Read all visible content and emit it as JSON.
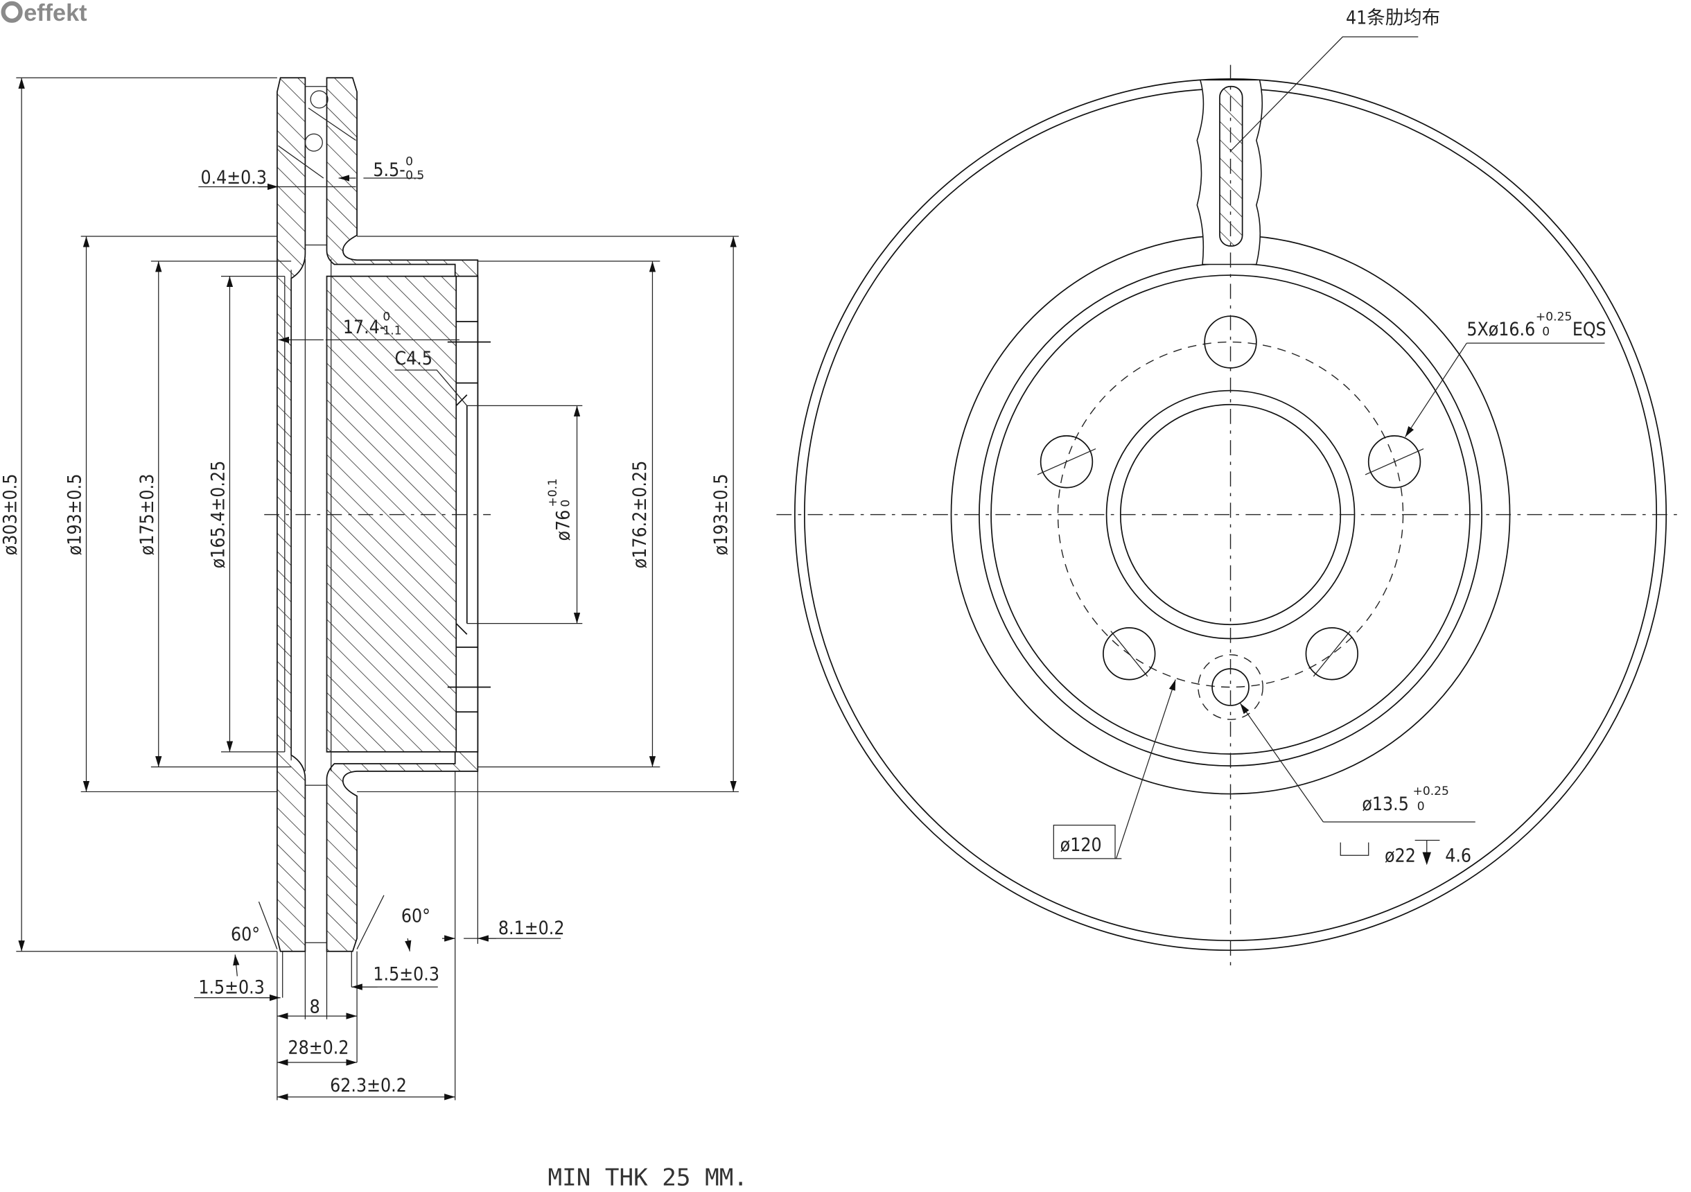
{
  "logo": {
    "text": "effekt",
    "color": "#8a8a8a"
  },
  "section_view": {
    "dims": {
      "d303": "ø303±0.5",
      "d193_left": "ø193±0.5",
      "d175": "ø175±0.3",
      "d165": "ø165.4±0.25",
      "d76": {
        "main": "ø76",
        "upper": "+0.1",
        "lower": "0"
      },
      "d176": "ø176.2±0.25",
      "d193_right": "ø193±0.5",
      "runout": "0.4±0.3",
      "plate": {
        "main": "5.5-",
        "upper": "0",
        "lower": "0.5"
      },
      "hat_depth": {
        "main": "17.4-",
        "upper": "0",
        "lower": "1.1"
      },
      "chamfer": "C4.5",
      "angle_left": "60°",
      "angle_right": "60°",
      "flange": "8.1±0.2",
      "edge_left": "1.5±0.3",
      "edge_right": "1.5±0.3",
      "vane_gap": "8",
      "thickness": "28±0.2",
      "height": "62.3±0.2"
    }
  },
  "front_view": {
    "rib_note": "41条肋均布",
    "bolt_holes": {
      "main": "5Xø16.6",
      "upper": "+0.25",
      "lower": "0",
      "suffix": "EQS"
    },
    "pcd": "ø120",
    "small_hole": {
      "main": "ø13.5",
      "upper": "+0.25",
      "lower": "0"
    },
    "counterbore": {
      "dia": "ø22",
      "depth": "4.6"
    }
  },
  "footer_note": "MIN THK 25 MM."
}
